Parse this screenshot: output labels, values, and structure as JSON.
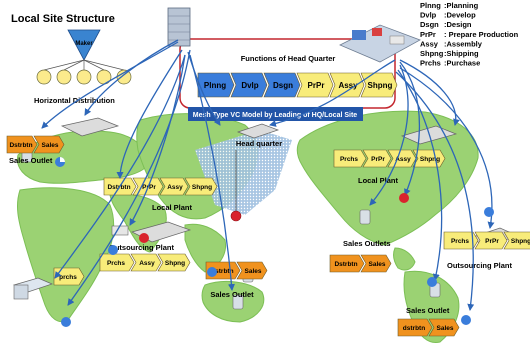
{
  "colors": {
    "land": "#9bd273",
    "land_dark": "#7cbf55",
    "arrow": "#2d66b8",
    "blue_chevron": "#3a7ddb",
    "yellow_chevron": "#f8ec7a",
    "orange_chevron": "#f0921e",
    "hq_border": "#c4262e",
    "vc_band": "#2255a8",
    "hq_pin": "#d9232d"
  },
  "local_structure": {
    "title": "Local Site Structure",
    "maker_label": "Maker",
    "distribution_label": "Horizontal Distribution"
  },
  "legend": [
    {
      "abbr": "Plnng",
      "meaning": ":Planning"
    },
    {
      "abbr": "Dvlp",
      "meaning": ":Develop"
    },
    {
      "abbr": "Dsgn",
      "meaning": ":Design"
    },
    {
      "abbr": "PrPr",
      "meaning": ": Prepare Production"
    },
    {
      "abbr": "Assy",
      "meaning": ":Assembly"
    },
    {
      "abbr": "Shpng",
      "meaning": ":Shipping"
    },
    {
      "abbr": "Prchs",
      "meaning": ":Purchase"
    }
  ],
  "hq": {
    "functions_title": "Functions of Head Quarter",
    "functions": [
      "Plnng",
      "Dvlp",
      "Dsgn",
      "PrPr",
      "Assy",
      "Shpng"
    ],
    "vc_model": "Mesh Type VC Model by Leading of HQ/Local Site",
    "location_label": "Head quarter"
  },
  "sites": {
    "sales_outlet_left": {
      "steps": [
        "Dstrbtn",
        "Sales"
      ],
      "label": "Sales Outlet"
    },
    "local_plant_center": {
      "steps": [
        "Dstrbtn",
        "PrPr",
        "Assy",
        "Shpng"
      ],
      "label": "Local Plant"
    },
    "purchase_left": {
      "steps": [
        "prchs"
      ]
    },
    "outsourcing_plant_center": {
      "label": "Outsourcing Plant",
      "steps": [
        "Prchs",
        "Assy",
        "Shpng"
      ]
    },
    "sales_outlet_center": {
      "steps": [
        "Dstrbtn",
        "Sales"
      ],
      "label": "Sales Outlet"
    },
    "local_plant_right": {
      "steps": [
        "Prchs",
        "PrPr",
        "Assy",
        "Shpng"
      ],
      "label": "Local Plant"
    },
    "sales_outlets_right": {
      "label": "Sales Outlets",
      "steps": [
        "Dstrbtn",
        "Sales"
      ]
    },
    "outsourcing_plant_right": {
      "steps": [
        "Prchs",
        "PrPr",
        "Shpng"
      ],
      "label": "Outsourcing Plant"
    },
    "sales_outlet_bottom_right": {
      "label": "Sales Outlet",
      "steps": [
        "dstrbtn",
        "Sales"
      ]
    }
  }
}
